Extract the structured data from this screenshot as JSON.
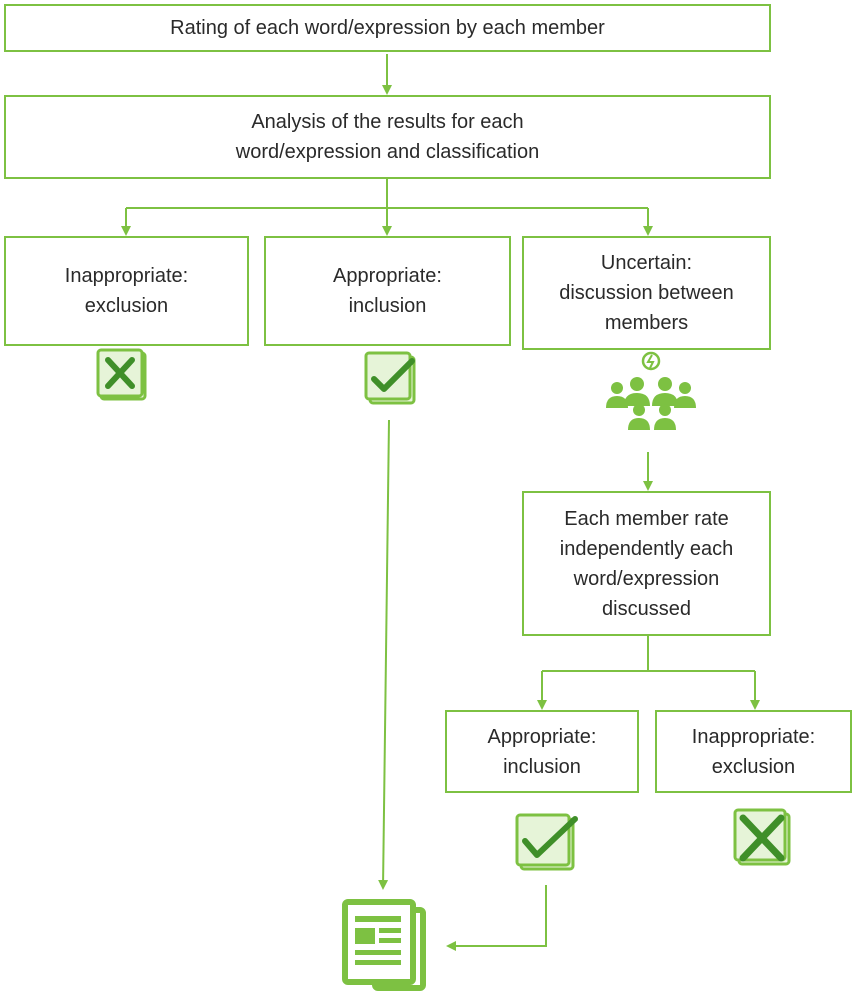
{
  "colors": {
    "accent": "#7dc142",
    "accent_dark": "#3f8f29",
    "icon_fill": "#e6f4d8"
  },
  "boxes": {
    "rating": "Rating of each word/expression by each member",
    "analysis": "Analysis of the results for each\nword/expression and classification",
    "inappropriate_1": "Inappropriate:\nexclusion",
    "appropriate_1": "Appropriate:\ninclusion",
    "uncertain": "Uncertain:\ndiscussion between\nmembers",
    "rerate": "Each member rate\nindependently each\nword/expression\ndiscussed",
    "appropriate_2": "Appropriate:\ninclusion",
    "inappropriate_2": "Inappropriate:\nexclusion"
  },
  "icons": {
    "exclusion": "document-cross-icon",
    "inclusion": "document-check-icon",
    "discussion": "group-discussion-icon",
    "final_list": "final-document-icon"
  }
}
